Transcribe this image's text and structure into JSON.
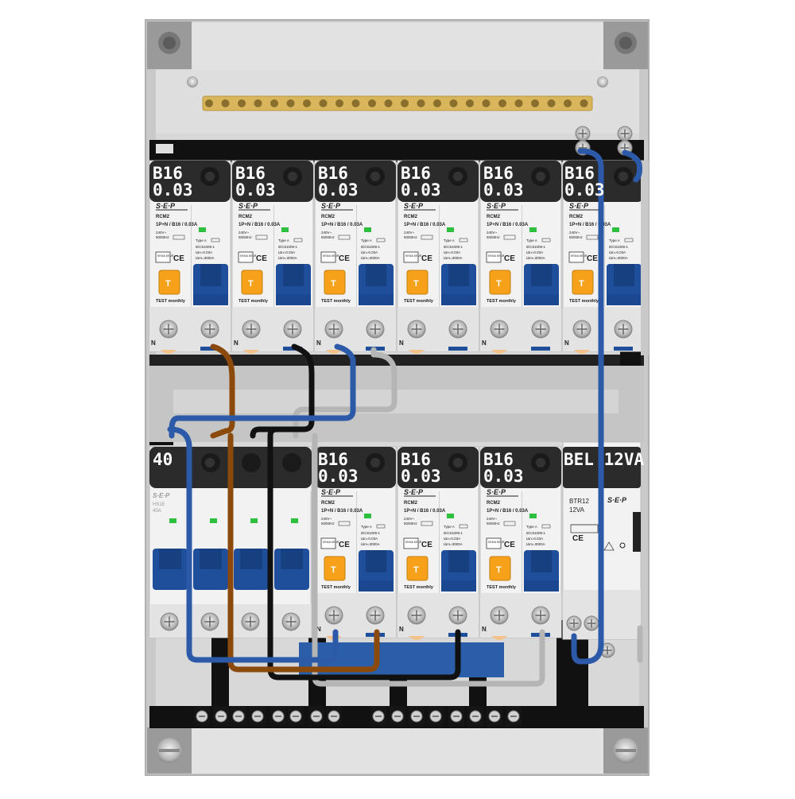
{
  "top_row": [
    {
      "rating": "B16",
      "sensitivity": "0.03"
    },
    {
      "rating": "B16",
      "sensitivity": "0.03"
    },
    {
      "rating": "B16",
      "sensitivity": "0.03"
    },
    {
      "rating": "B16",
      "sensitivity": "0.03"
    },
    {
      "rating": "B16",
      "sensitivity": "0.03"
    },
    {
      "rating": "B16",
      "sensitivity": "0.03"
    }
  ],
  "bottom_row": {
    "main_switch": {
      "label": "40",
      "brand": "S·E·P",
      "model": "HS1E",
      "current": "40A"
    },
    "rcbos": [
      {
        "rating": "B16",
        "sensitivity": "0.03"
      },
      {
        "rating": "B16",
        "sensitivity": "0.03"
      },
      {
        "rating": "B16",
        "sensitivity": "0.03"
      }
    ],
    "bell_transformer": {
      "label": "BEL 12VA",
      "model": "BTR12",
      "power": "12VA",
      "brand": "S·E·P"
    }
  },
  "rcbo_face": {
    "brand": "S·E·P",
    "model": "RCM2",
    "spec": "1P+N / B16 / 0.03A",
    "voltage": "240V~",
    "freq": "50/60Hz",
    "type": "Type A",
    "standard": "IEC61009-1",
    "idn": "IΔn=0.03A",
    "icn": "IΔm=3000A",
    "test_label": "TEST monthly",
    "test_letter": "T",
    "ce": "CE",
    "kema": "KEMA KEUR",
    "n_label": "N"
  },
  "colors": {
    "enclosure": "#c8c8c8",
    "panel": "#e4e4e4",
    "label_bg": "#2b2b2b",
    "toggle_blue": "#1f4f9b",
    "test_orange": "#f7a11a",
    "brass": "#d8b45a",
    "wire_brown": "#8b4a0b",
    "wire_black": "#111111",
    "wire_blue": "#2d5aa8",
    "wire_grey": "#b5b5b5",
    "busbar_blue": "#2a5ea8"
  }
}
